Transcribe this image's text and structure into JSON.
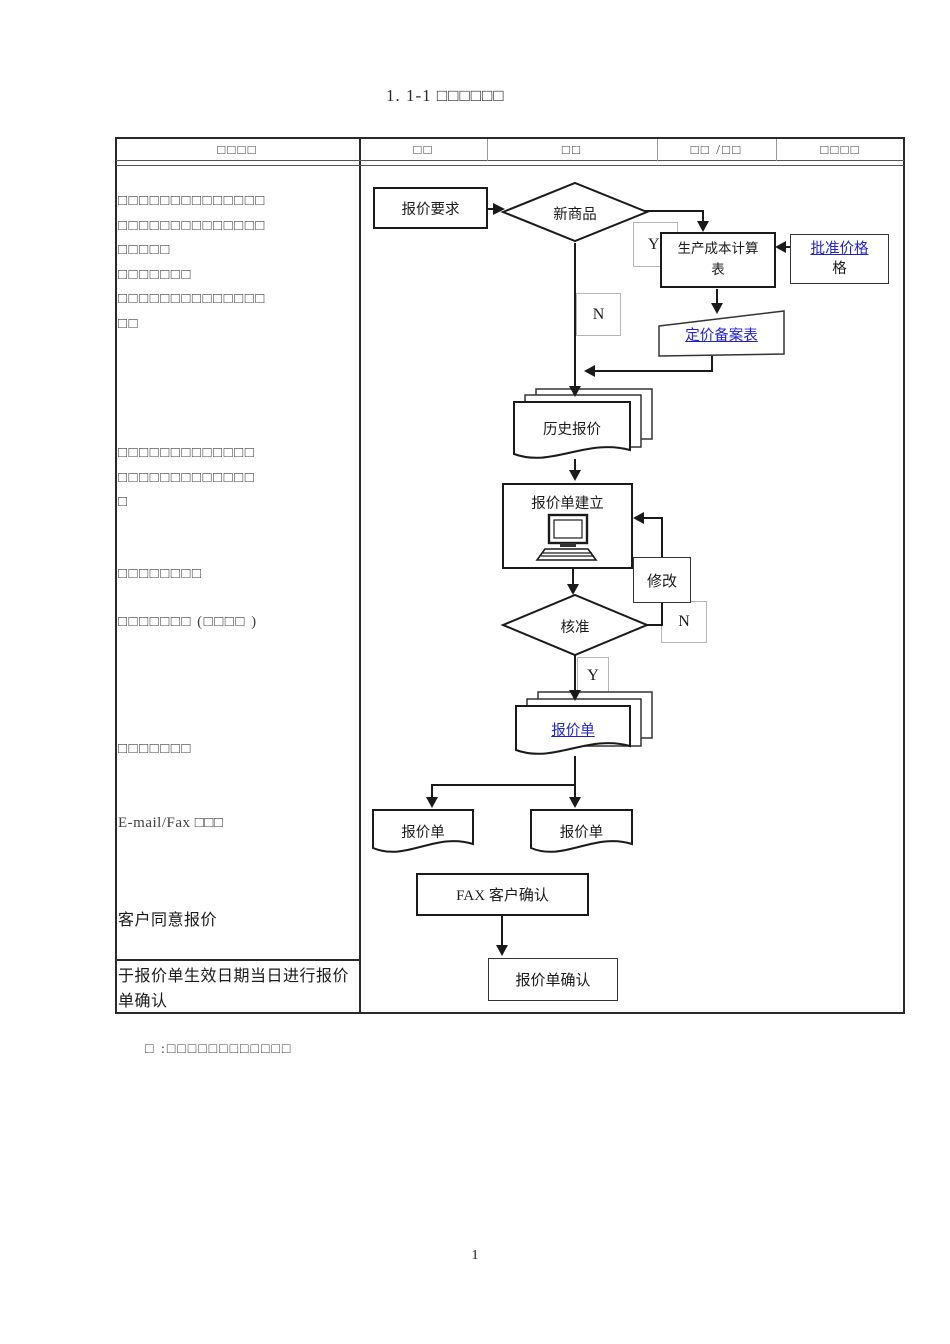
{
  "title": "1. 1-1 □□□□□□",
  "header": {
    "col1": "□□□□",
    "col2": "□□",
    "col3": "□□",
    "col4": "□□ /□□",
    "col5": "□□□□"
  },
  "left": {
    "block1": "□□□□□□□□□□□□□□\n□□□□□□□□□□□□□□\n□□□□□\n□□□□□□□\n□□□□□□□□□□□□□□\n□□",
    "block2": "□□□□□□□□□□□□□\n□□□□□□□□□□□□□\n□",
    "block3": "□□□□□□□□",
    "block4": "□□□□□□□        (□□□□      )",
    "block5": "□□□□□□□",
    "block6": "E-mail/Fax □□□",
    "block7": "客户同意报价",
    "block8": "于报价单生效日期当日进行报价单确认"
  },
  "flow": {
    "quote_request": "报价要求",
    "new_product": "新商品",
    "y1": "Y",
    "n1": "N",
    "cost_calc": "生产成本计算\n表",
    "approved_price_link": "批准价格",
    "approved_price_tail": "格",
    "price_record": "定价备案表",
    "history_quote": "历史报价",
    "quote_create": "报价单建立",
    "modify": "修改",
    "approve": "核准",
    "n2": "N",
    "y2": "Y",
    "quote_stack": "报价单",
    "quote_left": "报价单",
    "quote_right": "报价单",
    "fax_confirm": "FAX 客户确认",
    "quote_confirm": "报价单确认"
  },
  "footer": {
    "note": "□ :□□□□□□□□□□□□",
    "page_number": "1"
  },
  "colors": {
    "link": "#2222cc",
    "line": "#1a1a1a",
    "light_border": "#b5b5b5"
  }
}
